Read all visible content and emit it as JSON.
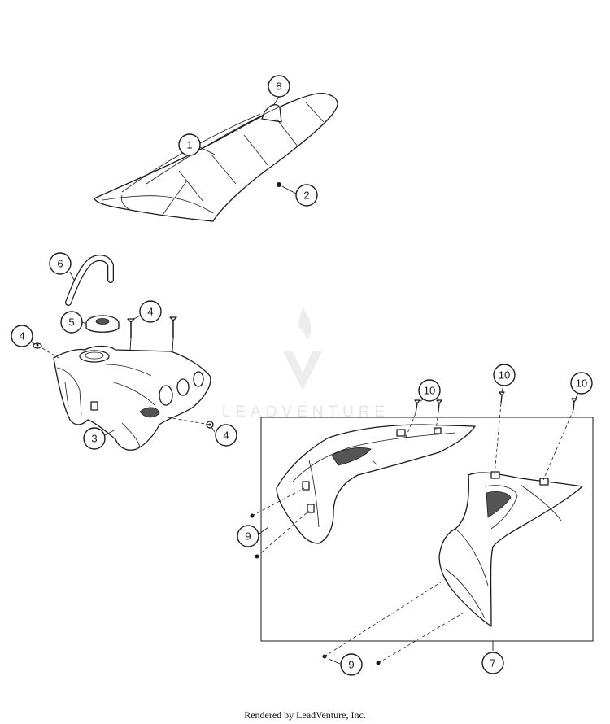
{
  "watermark": {
    "text": "LEADVENTURE"
  },
  "footer": {
    "text": "Rendered by LeadVenture, Inc."
  },
  "callouts": [
    "1",
    "2",
    "3",
    "4",
    "4",
    "4",
    "5",
    "6",
    "7",
    "8",
    "9",
    "9",
    "10",
    "10",
    "10"
  ],
  "colors": {
    "line": "#1a1a1a",
    "watermark": "#e2e2e2",
    "background": "#ffffff"
  }
}
